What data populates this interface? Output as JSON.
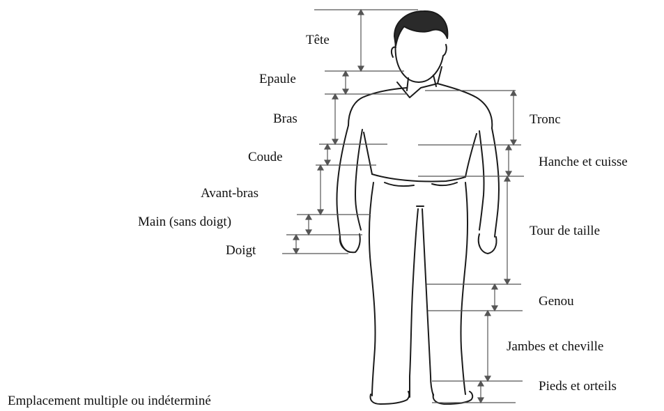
{
  "figure": {
    "left_labels": {
      "tete": "Tête",
      "epaule": "Epaule",
      "bras": "Bras",
      "coude": "Coude",
      "avant_bras": "Avant-bras",
      "main": "Main (sans doigt)",
      "doigt": "Doigt"
    },
    "right_labels": {
      "tronc": "Tronc",
      "hanche": "Hanche et cuisse",
      "taille": "Tour de taille",
      "genou": "Genou",
      "jambes": "Jambes et cheville",
      "pieds": "Pieds et orteils"
    },
    "footer": "Emplacement multiple ou indéterminé",
    "colors": {
      "line": "#555555",
      "ink": "#1a1a1a",
      "background": "#ffffff"
    }
  }
}
